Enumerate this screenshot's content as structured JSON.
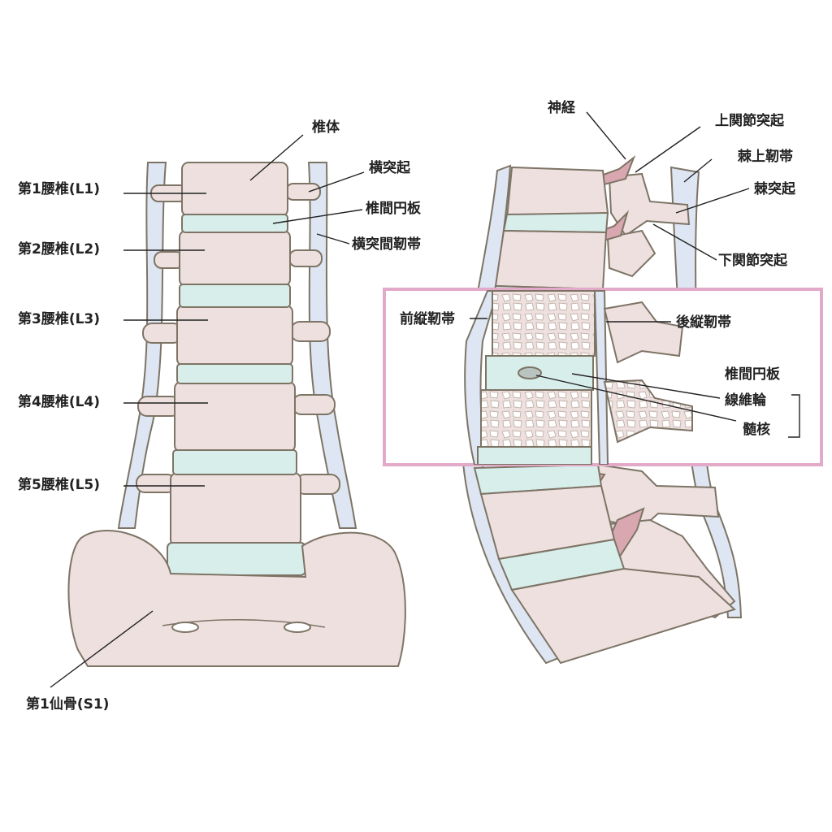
{
  "colors": {
    "bone": "#ede0de",
    "disc": "#d8eeea",
    "ligament": "#dde6f2",
    "nerve": "#d9a7b0",
    "outline": "#7d7466",
    "highlight_box": "#e3a9c8",
    "cancellous": "#e6d9d3"
  },
  "front_view": {
    "labels": {
      "vertebral_body": "椎体",
      "transverse_process": "横突起",
      "disc": "椎間円板",
      "intertransverse_ligament": "横突間靭帯",
      "l1": "第1腰椎(L1)",
      "l2": "第2腰椎(L2)",
      "l3": "第3腰椎(L3)",
      "l4": "第4腰椎(L4)",
      "l5": "第5腰椎(L5)",
      "s1": "第1仙骨(S1)"
    }
  },
  "side_view": {
    "labels": {
      "nerve": "神経",
      "superior_articular_process": "上関節突起",
      "supraspinous_ligament": "棘上靭帯",
      "spinous_process": "棘突起",
      "inferior_articular_process": "下関節突起",
      "anterior_longitudinal_ligament": "前縦靭帯",
      "posterior_longitudinal_ligament": "後縦靭帯",
      "disc": "椎間円板",
      "annulus_fibrosus": "線維輪",
      "nucleus_pulposus": "髄核"
    }
  }
}
